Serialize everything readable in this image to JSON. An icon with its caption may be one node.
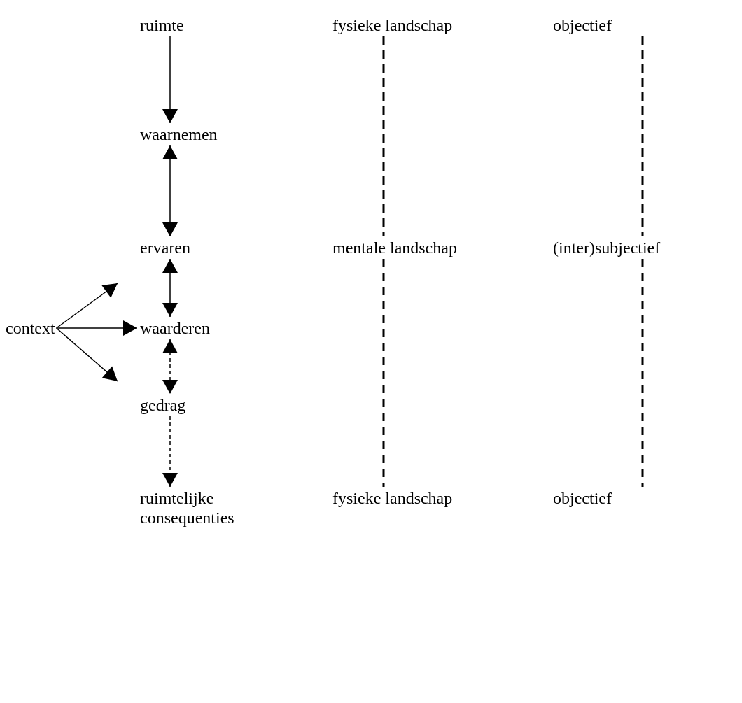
{
  "diagram": {
    "nodes": [
      {
        "text": [
          "ruimte"
        ]
      },
      {
        "text": [
          "fysieke landschap"
        ]
      },
      {
        "text": [
          "objectief"
        ]
      },
      {
        "text": [
          "waarnemen"
        ]
      },
      {
        "text": [
          "ervaren"
        ]
      },
      {
        "text": [
          "mentale landschap"
        ]
      },
      {
        "text": [
          "(inter)subjectief"
        ]
      },
      {
        "text": [
          "context"
        ]
      },
      {
        "text": [
          "waarderen"
        ]
      },
      {
        "text": [
          "gedrag"
        ]
      },
      {
        "text": [
          "ruimtelijke consequenties"
        ]
      },
      {
        "text": [
          "fysieke landschap"
        ]
      },
      {
        "text": [
          "objectief"
        ]
      }
    ],
    "edges": [
      {
        "from": 0,
        "to": 3,
        "arrow": "to"
      },
      {
        "from": 3,
        "to": 4,
        "arrow": "both"
      },
      {
        "from": 4,
        "to": 8,
        "arrow": "both"
      },
      {
        "from": 8,
        "to": 9,
        "arrow": "both",
        "style": "dashed"
      },
      {
        "from": 9,
        "to": 10,
        "arrow": "to",
        "style": "dashed"
      },
      {
        "from": 7,
        "to": null,
        "arrow": "to"
      },
      {
        "from": 7,
        "to": 8,
        "arrow": "to"
      },
      {
        "from": 7,
        "to": null,
        "arrow": "to"
      },
      {
        "from": 1,
        "to": 5,
        "arrow": "none",
        "style": "dashed"
      },
      {
        "from": 5,
        "to": 11,
        "arrow": "none",
        "style": "dashed"
      },
      {
        "from": 2,
        "to": 6,
        "arrow": "none",
        "style": "dashed"
      },
      {
        "from": 6,
        "to": 12,
        "arrow": "none",
        "style": "dashed"
      }
    ]
  }
}
